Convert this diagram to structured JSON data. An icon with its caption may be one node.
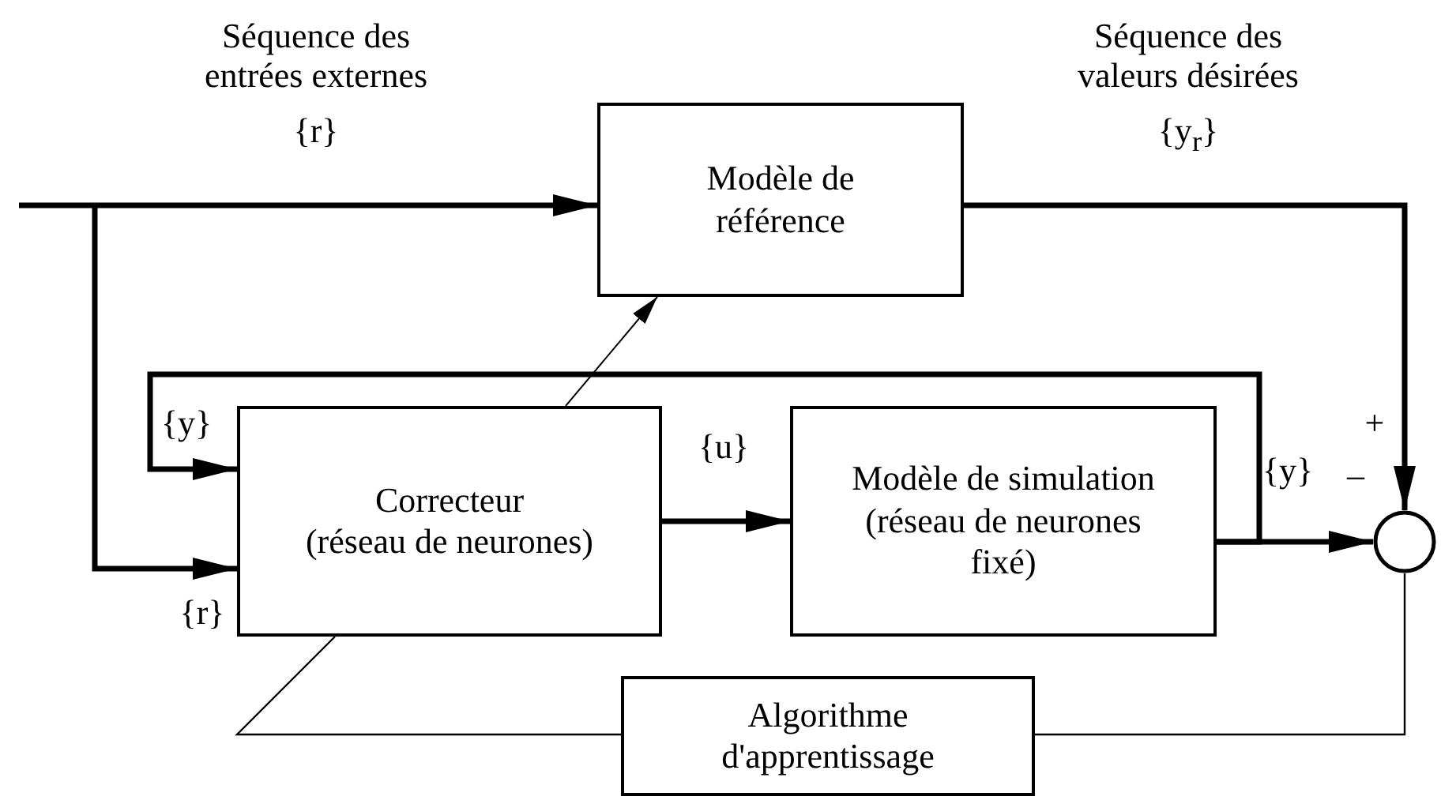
{
  "diagram": {
    "nodes": [
      {
        "text": [
          "Modèle de référence"
        ]
      },
      {
        "text": [
          "Correcteur",
          "(réseau de neurones)"
        ]
      },
      {
        "text": [
          "Modèle de simulation (réseau de neurones fixé)"
        ]
      },
      {
        "text": [
          "Algorithme d'apprentissage"
        ]
      },
      {
        "text": [],
        "shape": "circle"
      }
    ],
    "edges": [
      {
        "from": null,
        "to": 0,
        "arrow": "to"
      },
      {
        "from": null,
        "to": 1,
        "arrow": "to"
      },
      {
        "from": 0,
        "to": 4,
        "arrow": "to"
      },
      {
        "from": 1,
        "to": 2,
        "arrow": "to",
        "label": "{u}"
      },
      {
        "from": 2,
        "to": 4,
        "arrow": "to"
      },
      {
        "from": 2,
        "to": 1,
        "arrow": "to"
      },
      {
        "from": 4,
        "to": 3,
        "arrow": "none"
      },
      {
        "from": 3,
        "to": 1,
        "arrow": "none"
      },
      {
        "from": 1,
        "to": 0,
        "arrow": "to"
      }
    ],
    "labels": [
      "Séquence des entrées externes",
      "{r}",
      "Séquence des valeurs désirées",
      "{y$_{r}$}",
      "{y}",
      "{y}",
      "+",
      "–",
      "{r}"
    ]
  }
}
